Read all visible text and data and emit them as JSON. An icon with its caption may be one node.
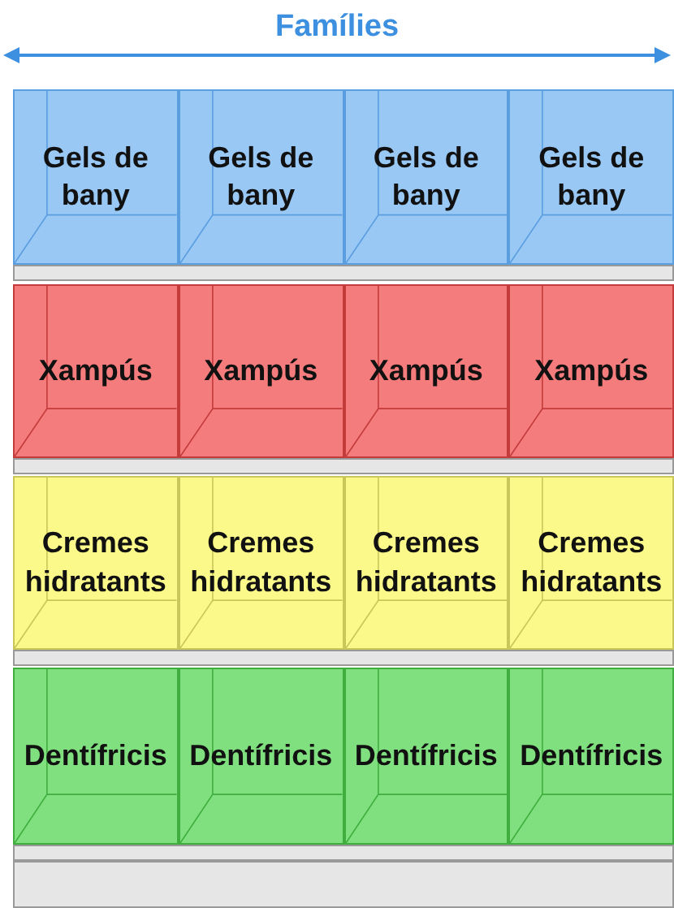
{
  "diagram": {
    "nodes": [
      {
        "text": [
          "Gels de bany"
        ]
      },
      {
        "text": [
          "Gels de bany"
        ]
      },
      {
        "text": [
          "Gels de bany"
        ]
      },
      {
        "text": [
          "Gels de bany"
        ]
      },
      {
        "text": [
          "Xampús"
        ]
      },
      {
        "text": [
          "Xampús"
        ]
      },
      {
        "text": [
          "Xampús"
        ]
      },
      {
        "text": [
          "Xampús"
        ]
      },
      {
        "text": [
          "Cremes hidratants"
        ]
      },
      {
        "text": [
          "Cremes hidratants"
        ]
      },
      {
        "text": [
          "Cremes hidratants"
        ]
      },
      {
        "text": [
          "Cremes hidratants"
        ]
      },
      {
        "text": [
          "Dentífricis"
        ]
      },
      {
        "text": [
          "Dentífricis"
        ]
      },
      {
        "text": [
          "Dentífricis"
        ]
      },
      {
        "text": [
          "Dentífricis"
        ]
      }
    ],
    "labels": [
      "Famílies"
    ]
  }
}
